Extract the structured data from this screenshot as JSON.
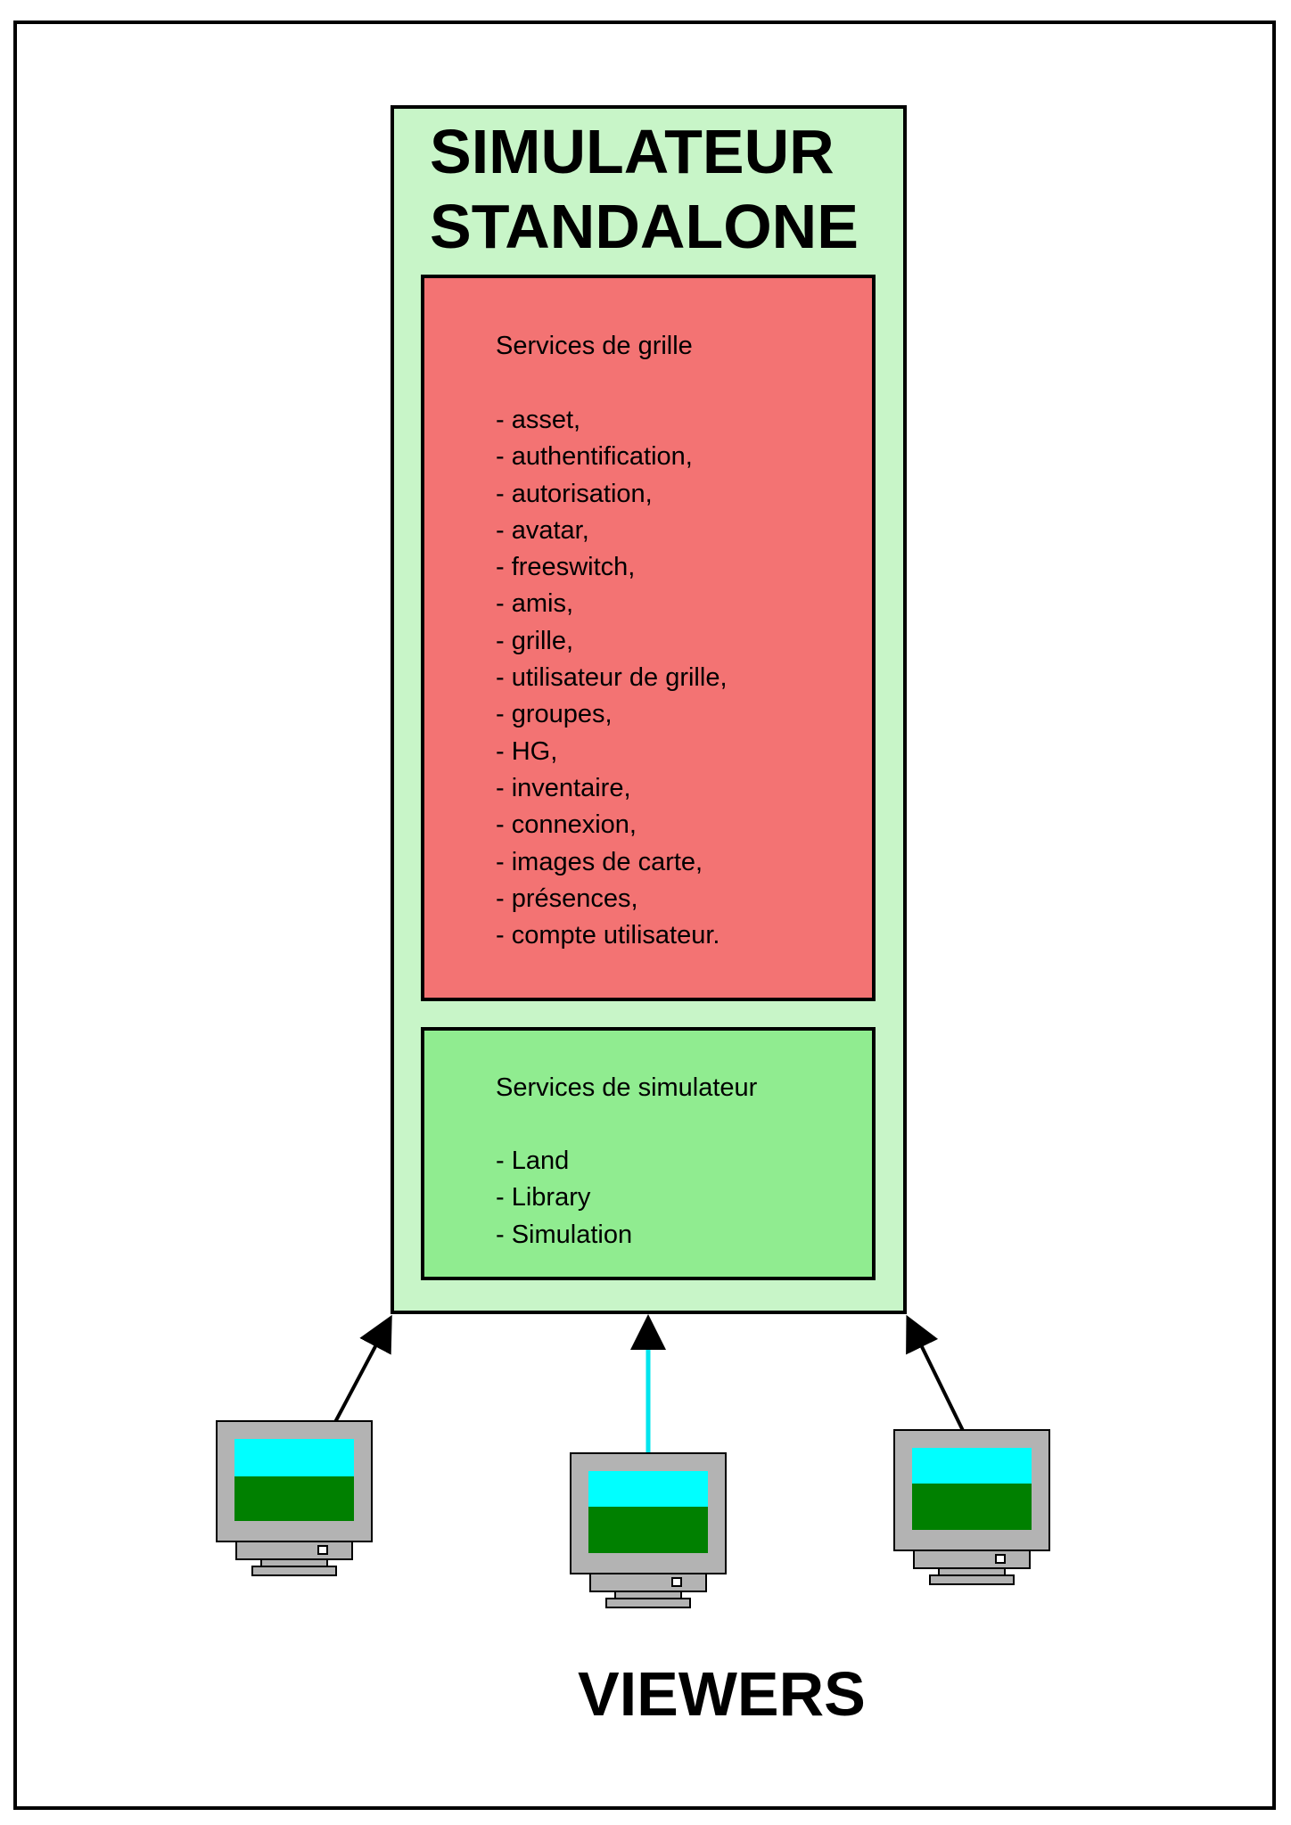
{
  "diagram": {
    "title": "SIMULATEUR\nSTANDALONE",
    "grid_services": {
      "heading": "Services de grille",
      "items": [
        "asset,",
        "authentification,",
        "autorisation,",
        "avatar,",
        "freeswitch,",
        "amis,",
        "grille,",
        "utilisateur de grille,",
        "groupes,",
        "HG,",
        "inventaire,",
        "connexion,",
        "images de carte,",
        "présences,",
        "compte utilisateur."
      ]
    },
    "simulator_services": {
      "heading": "Services de simulateur",
      "items": [
        "Land",
        "Library",
        "Simulation"
      ]
    },
    "viewers_label": "VIEWERS",
    "colors": {
      "outer_box": "#c8f5c8",
      "grid_services_box": "#f37373",
      "simulator_services_box": "#90ec90",
      "screen_sky": "#00ffff",
      "screen_ground": "#008000",
      "monitor_body": "#b3b3b3",
      "middle_connector": "#00e5ee"
    }
  }
}
